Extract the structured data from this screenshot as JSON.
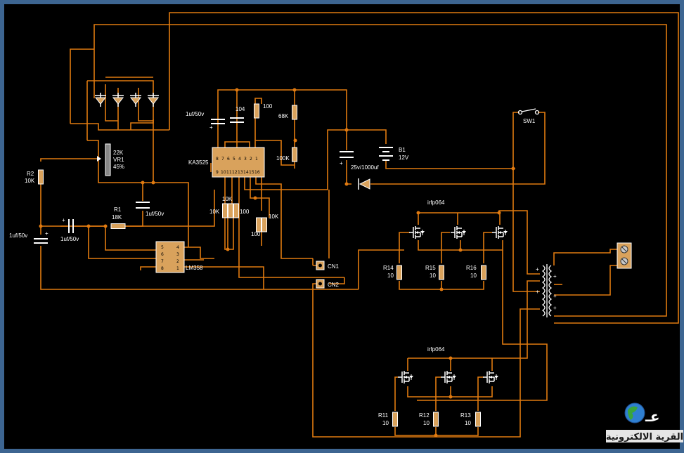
{
  "colors": {
    "background": "#000000",
    "frame": "#3d6591",
    "wire": "#e07a10",
    "component": "#ffffff",
    "component_body": "#d9a25c"
  },
  "components": {
    "vr1": {
      "value": "22K",
      "ref": "VR1",
      "setting": "45%"
    },
    "r2": {
      "ref": "R2",
      "value": "10K"
    },
    "r1": {
      "ref": "R1",
      "value": "18K"
    },
    "c_left": "1uf/50v",
    "c_series": "1uf/50v",
    "c_vr": "1uf/50v",
    "c_top1": "1uf/50v",
    "c_top2": "104",
    "r_top_100": "100",
    "r_68k": "68K",
    "r_100k": "100K",
    "ka3525": "KA3525",
    "lm358": "LM358",
    "r_10k_a": "10K",
    "r_10k_b": "10K",
    "r_100_a": "100",
    "r_10k_c": "10K",
    "r_100_b": "100",
    "c_1000": "25v/1000uf",
    "battery": {
      "ref": "B1",
      "value": "12V"
    },
    "switch": "SW1",
    "cn1": "CN1",
    "cn2": "CN2",
    "mosfet_top": "irfp064",
    "mosfet_bottom": "irfp064",
    "r14": {
      "ref": "R14",
      "value": "10"
    },
    "r15": {
      "ref": "R15",
      "value": "10"
    },
    "r16": {
      "ref": "R16",
      "value": "10"
    },
    "r11": {
      "ref": "R11",
      "value": "10"
    },
    "r12": {
      "ref": "R12",
      "value": "10"
    },
    "r13": {
      "ref": "R13",
      "value": "10"
    }
  },
  "ic_pins": {
    "ka3525_top": [
      "8",
      "7",
      "6",
      "5",
      "4",
      "3",
      "2",
      "1"
    ],
    "ka3525_bottom": [
      "9",
      "10",
      "11",
      "12",
      "13",
      "14",
      "15",
      "16"
    ],
    "lm358_left": [
      "5",
      "6",
      "7",
      "8"
    ],
    "lm358_right": [
      "4",
      "3",
      "2",
      "1"
    ]
  },
  "polarity": {
    "plus": "+"
  },
  "logo": {
    "text": "القرية الالكترونية",
    "glyph": "عـ"
  }
}
